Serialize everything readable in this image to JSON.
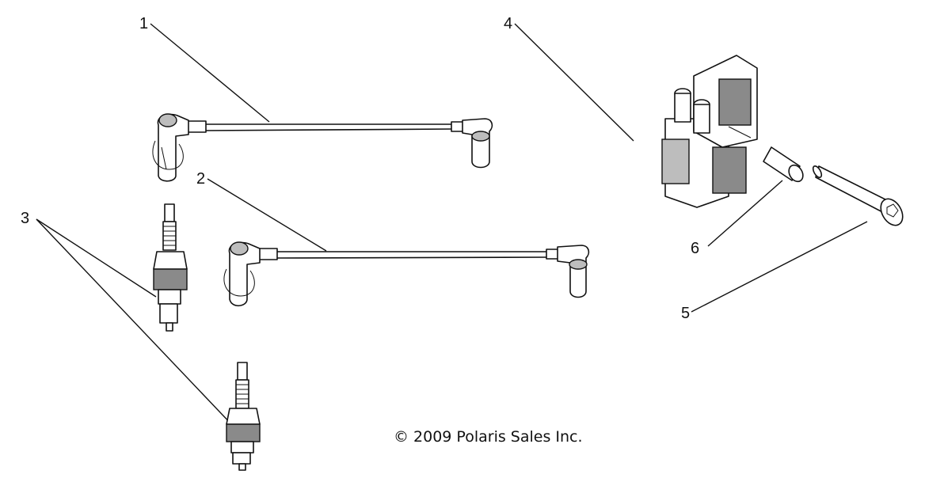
{
  "callouts": {
    "c1": "1",
    "c2": "2",
    "c3": "3",
    "c4": "4",
    "c5": "5",
    "c6": "6"
  },
  "copyright": "© 2009 Polaris Sales Inc.",
  "colors": {
    "ink": "#111111",
    "dark_fill": "#8a8a8a",
    "light_fill": "#bdbdbd",
    "background": "#ffffff"
  }
}
